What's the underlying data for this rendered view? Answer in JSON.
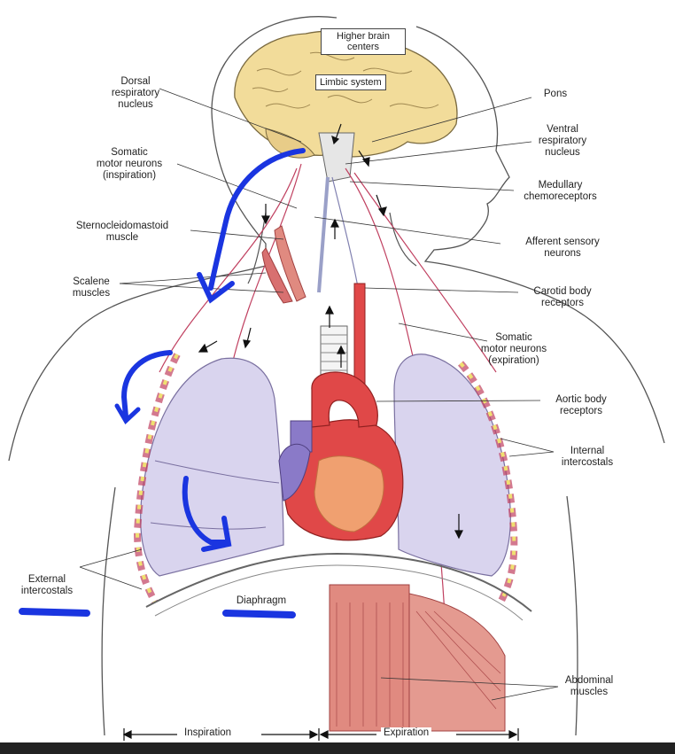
{
  "diagram": {
    "labels": {
      "higher_brain_centers": "Higher brain\ncenters",
      "limbic_system": "Limbic system",
      "dorsal_respiratory_nucleus": "Dorsal\nrespiratory\nnucleus",
      "pons": "Pons",
      "ventral_respiratory_nucleus": "Ventral\nrespiratory\nnucleus",
      "somatic_motor_neurons_inspiration": "Somatic\nmotor neurons\n(inspiration)",
      "medullary_chemoreceptors": "Medullary\nchemoreceptors",
      "sternocleidomastoid_muscle": "Sternocleidomastoid\nmuscle",
      "afferent_sensory_neurons": "Afferent sensory\nneurons",
      "scalene_muscles": "Scalene\nmuscles",
      "carotid_body_receptors": "Carotid body\nreceptors",
      "somatic_motor_neurons_expiration": "Somatic\nmotor neurons\n(expiration)",
      "aortic_body_receptors": "Aortic body\nreceptors",
      "internal_intercostals": "Internal\nintercostals",
      "external_intercostals": "External\nintercostals",
      "diaphragm": "Diaphragm",
      "abdominal_muscles": "Abdominal\nmuscles",
      "inspiration": "Inspiration",
      "expiration": "Expiration"
    },
    "colors": {
      "lung": "#d9d4ee",
      "heart": "#e04848",
      "heart_light": "#f0a070",
      "vessel_blue": "#8a7ac8",
      "brain": "#f2dc9a",
      "nerve": "#c04060",
      "muscle": "#e08a80",
      "annotation": "#1a35e0"
    }
  }
}
